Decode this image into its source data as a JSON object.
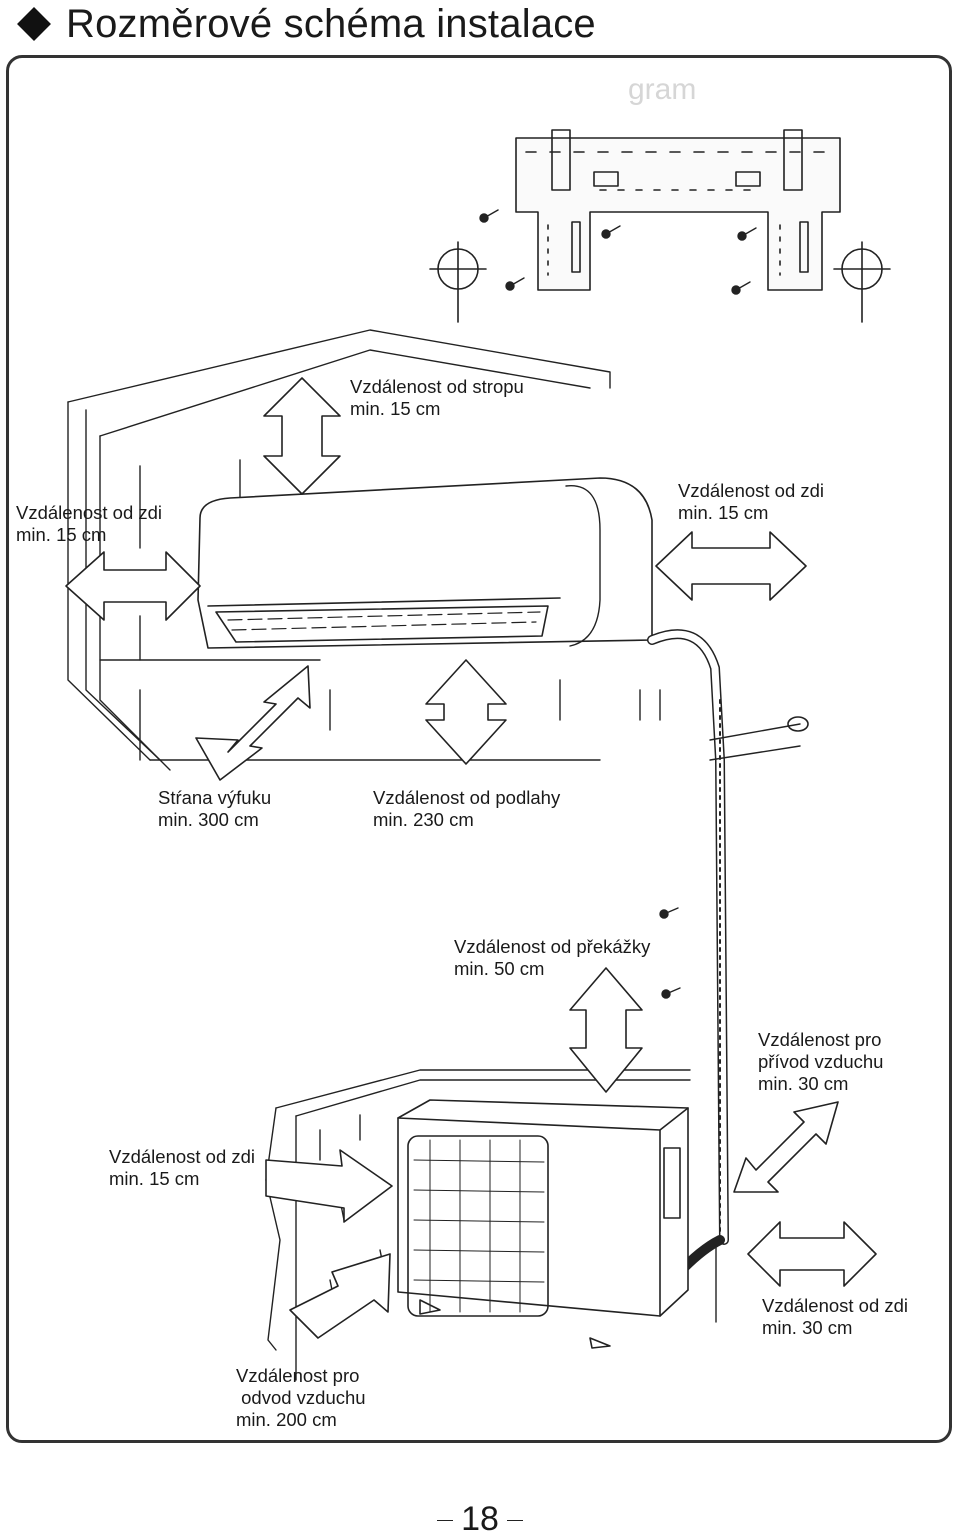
{
  "header": {
    "title": "Rozměrové schéma instalace"
  },
  "watermark": "gram",
  "labels": {
    "ceiling": [
      "Vzdálenost od stropu",
      "min. 15 cm"
    ],
    "wall_left": [
      "Vzdálenost od zdi",
      "min. 15 cm"
    ],
    "wall_right": [
      "Vzdálenost od zdi",
      "min. 15 cm"
    ],
    "exhaust_side": [
      "Stŕana výfuku",
      "min. 300 cm"
    ],
    "floor": [
      "Vzdálenost od podlahy",
      "min. 230 cm"
    ],
    "obstacle": [
      "Vzdálenost od překážky",
      "min. 50 cm"
    ],
    "air_intake": [
      "Vzdálenost pro",
      "přívod vzduchu",
      "min. 30 cm"
    ],
    "outdoor_wall_left": [
      "Vzdálenost od zdi",
      "min. 15 cm"
    ],
    "outdoor_wall_right": [
      "Vzdálenost od zdi",
      "min. 30 cm"
    ],
    "air_outlet": [
      "Vzdálenost pro",
      " odvod vzduchu",
      "min. 200 cm"
    ]
  },
  "page_number": "18"
}
